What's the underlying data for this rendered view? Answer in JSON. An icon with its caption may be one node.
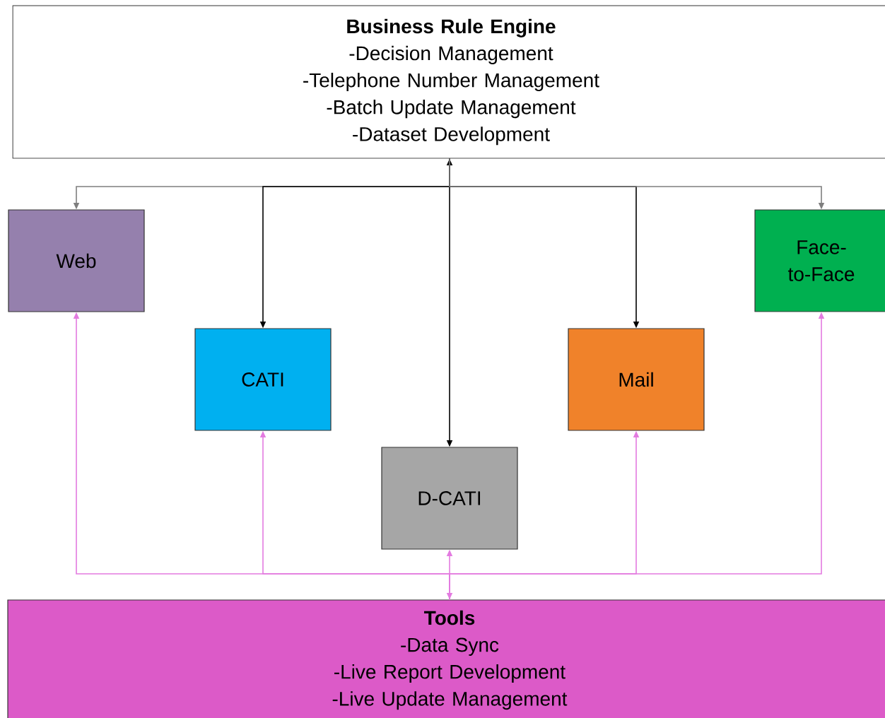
{
  "diagram": {
    "nodes": [
      {
        "text": [
          "Business Rule Engine",
          "-Decision Management",
          "-Telephone Number Management",
          "-Batch Update Management",
          "-Dataset Development"
        ]
      },
      {
        "text": [
          "Web"
        ]
      },
      {
        "text": [
          "CATI"
        ]
      },
      {
        "text": [
          "D-CATI"
        ]
      },
      {
        "text": [
          "Mail"
        ]
      },
      {
        "text": [
          "Face-to-Face"
        ]
      },
      {
        "text": [
          "Tools",
          "-Data Sync",
          "-Live Report Development",
          "-Live Update Management"
        ]
      }
    ],
    "edges": [
      {
        "from": 0,
        "to": 1,
        "arrow": "to",
        "color": "#7f7f7f"
      },
      {
        "from": 0,
        "to": 2,
        "arrow": "to",
        "color": "#000000"
      },
      {
        "from": 0,
        "to": 3,
        "arrow": "both",
        "color": "#000000"
      },
      {
        "from": 0,
        "to": 4,
        "arrow": "to",
        "color": "#000000"
      },
      {
        "from": 0,
        "to": 5,
        "arrow": "to",
        "color": "#7f7f7f"
      },
      {
        "from": 6,
        "to": 1,
        "arrow": "to",
        "color": "#e37be0"
      },
      {
        "from": 6,
        "to": 2,
        "arrow": "to",
        "color": "#e37be0"
      },
      {
        "from": 3,
        "to": 6,
        "arrow": "both",
        "color": "#e37be0"
      },
      {
        "from": 6,
        "to": 4,
        "arrow": "to",
        "color": "#e37be0"
      },
      {
        "from": 6,
        "to": 5,
        "arrow": "to",
        "color": "#e37be0"
      }
    ]
  }
}
